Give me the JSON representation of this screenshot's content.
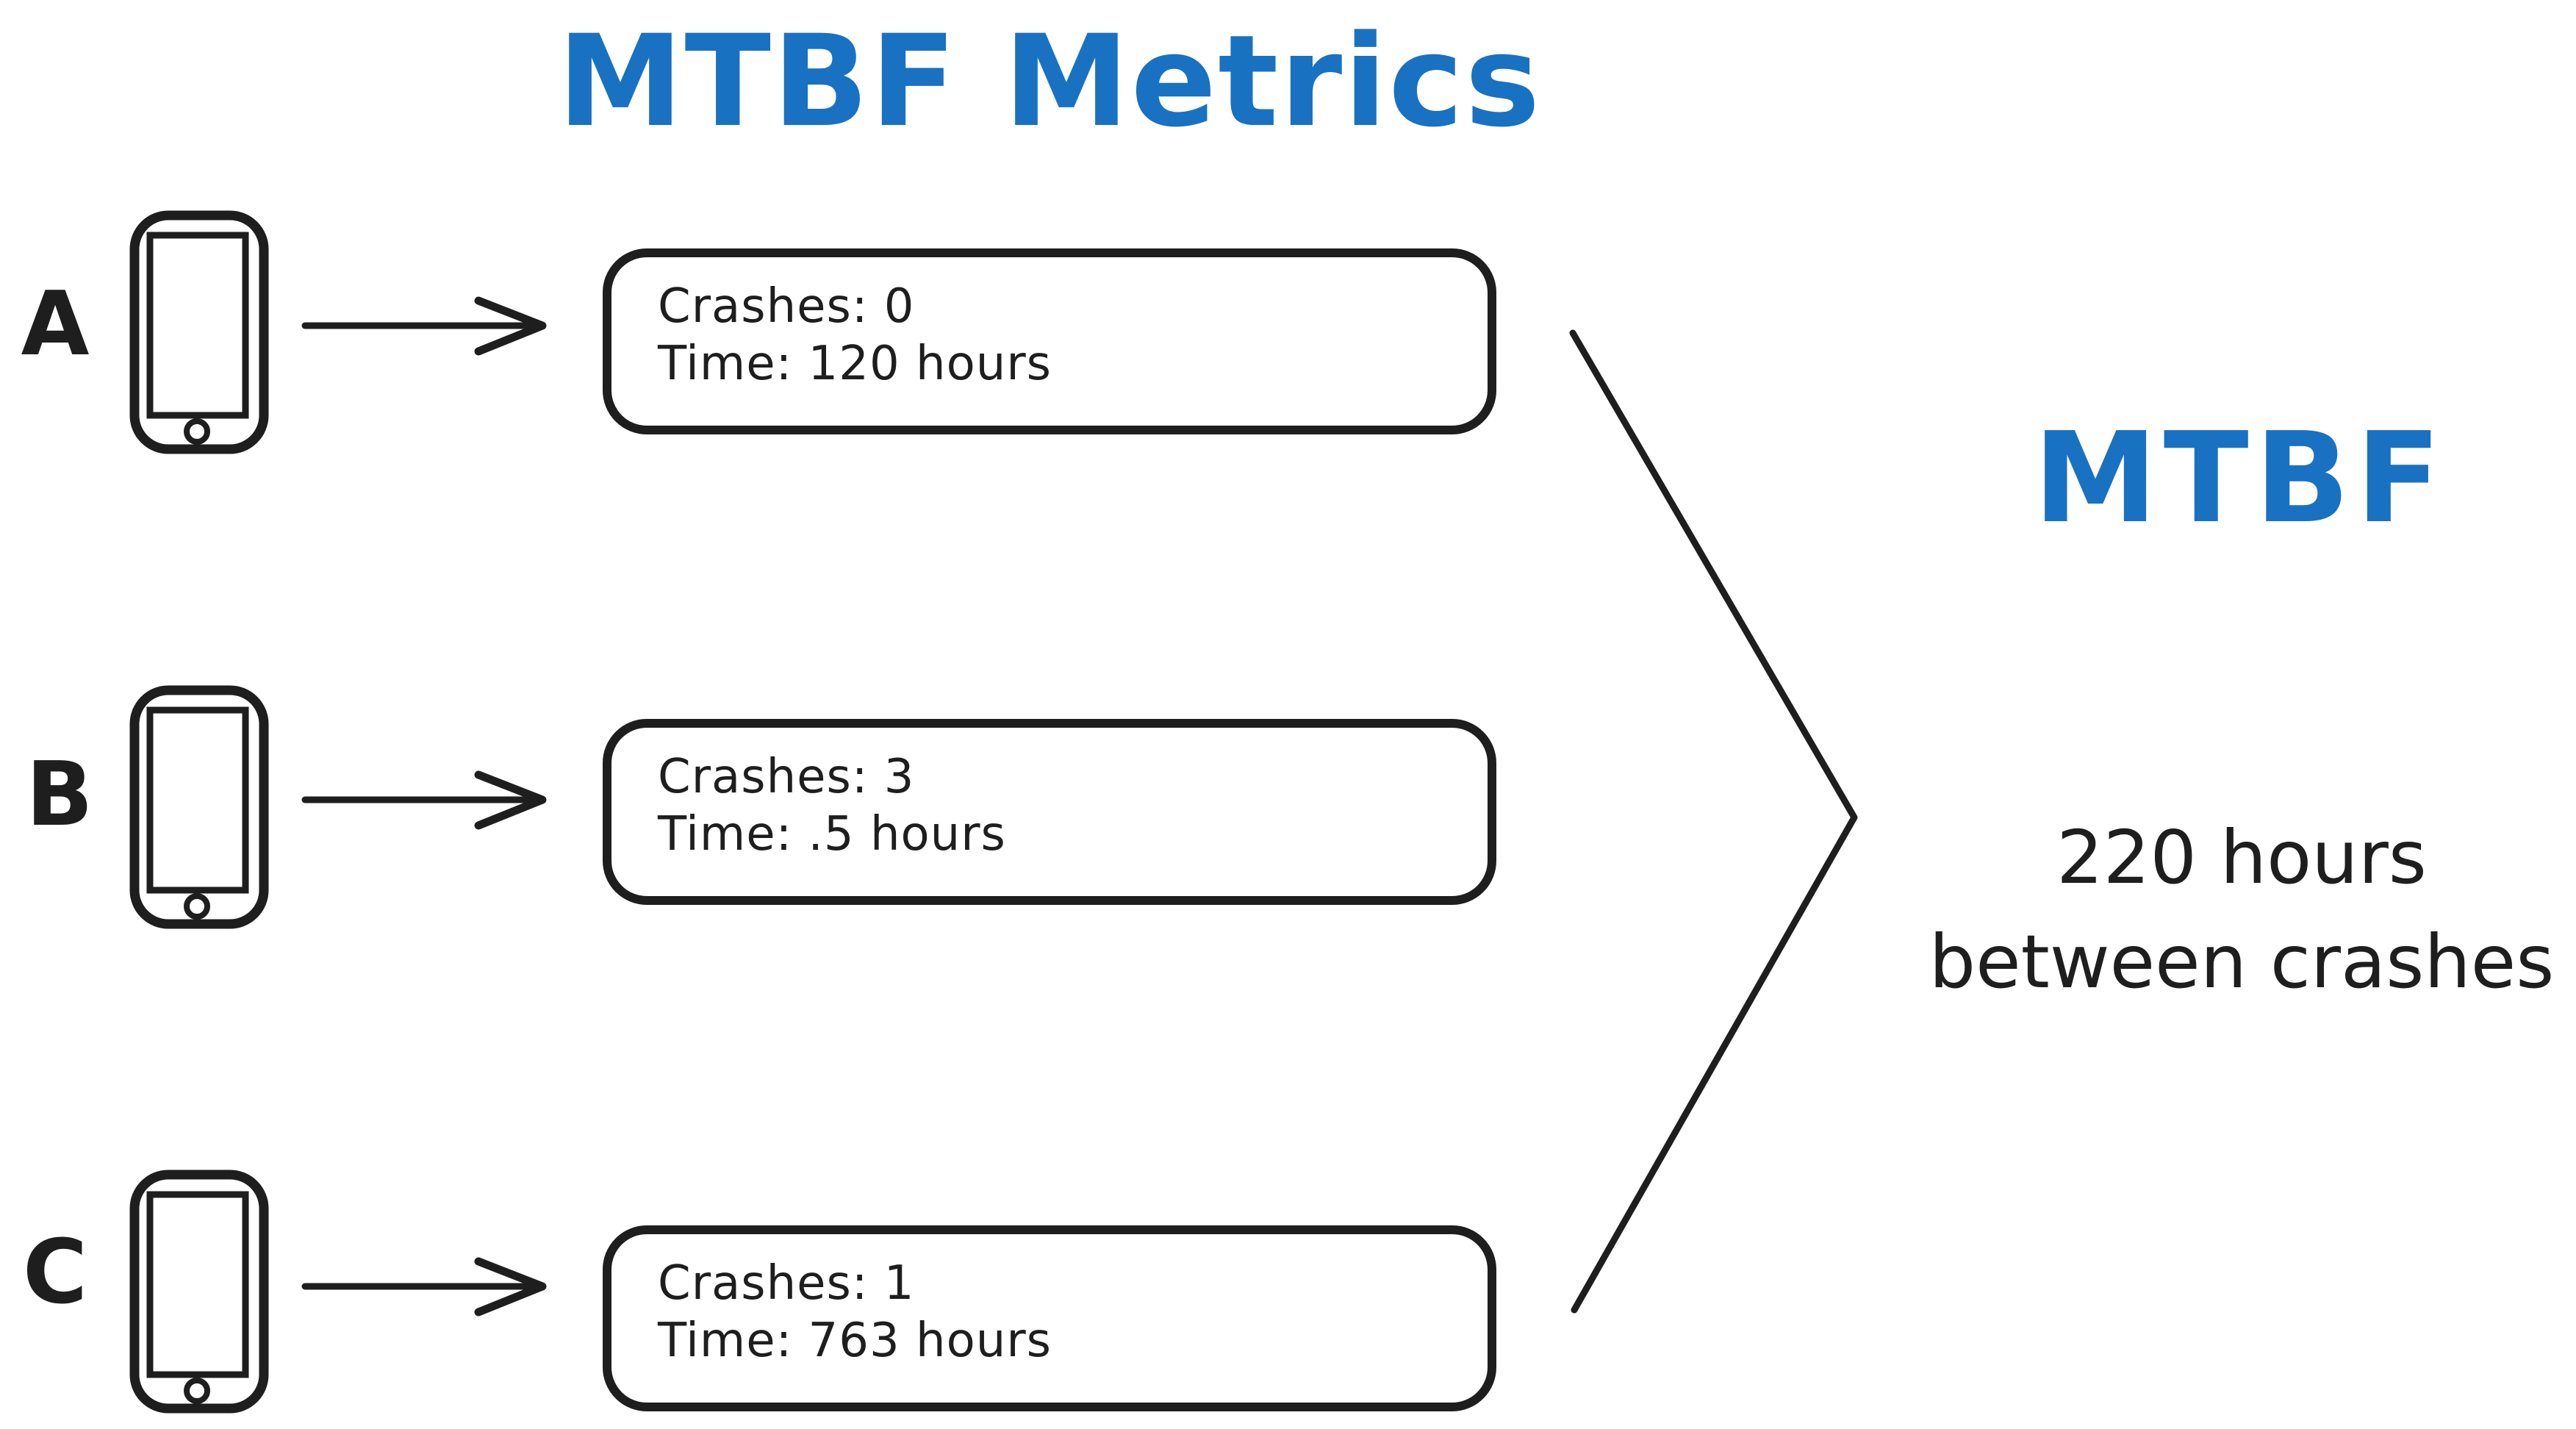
{
  "title": "MTBF Metrics",
  "colors": {
    "accent_blue": "#1971c2",
    "ink": "#1e1e1e",
    "background": "#ffffff"
  },
  "icons": {
    "device": "smartphone-icon",
    "flow": "arrow-right-icon",
    "merge": "chevron-merge-icon"
  },
  "devices": [
    {
      "label": "A",
      "metrics": {
        "crashes": "Crashes: 0",
        "time": "Time: 120 hours"
      }
    },
    {
      "label": "B",
      "metrics": {
        "crashes": "Crashes: 3",
        "time": "Time: .5 hours"
      }
    },
    {
      "label": "C",
      "metrics": {
        "crashes": "Crashes: 1",
        "time": "Time: 763 hours"
      }
    }
  ],
  "result": {
    "heading": "MTBF",
    "value": "220 hours",
    "value_caption": "between crashes"
  }
}
